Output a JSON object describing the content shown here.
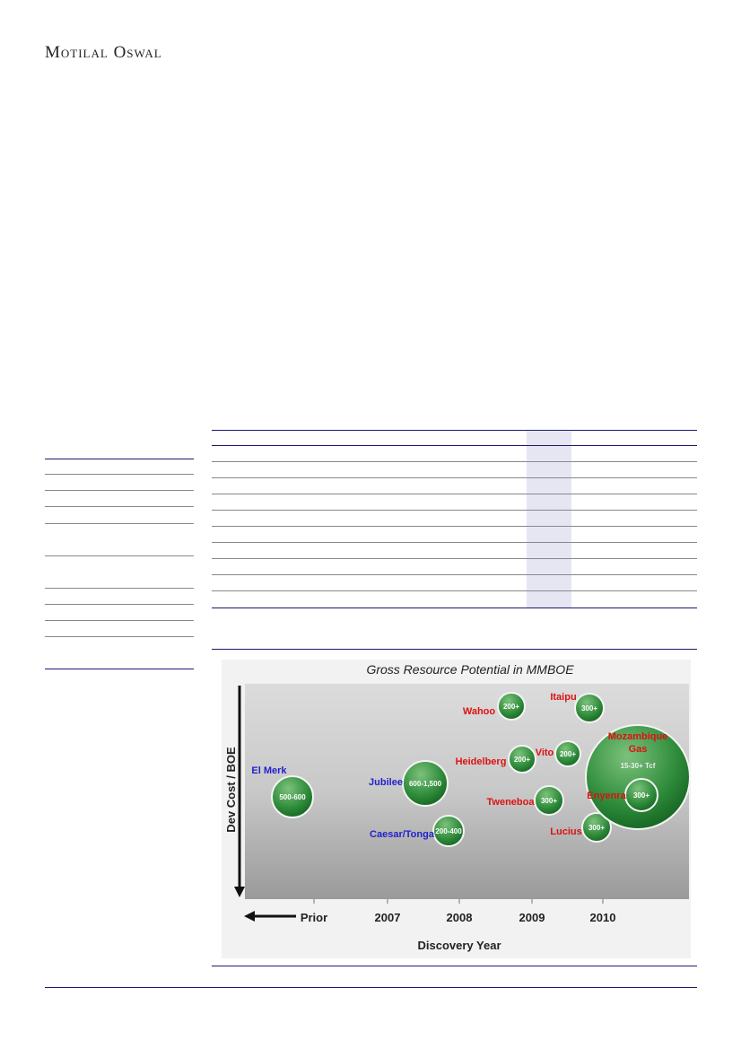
{
  "header": {
    "brand": "Motilal Oswal"
  },
  "chart_data": {
    "type": "scatter",
    "title": "Gross Resource Potential in MMBOE",
    "xlabel": "Discovery Year",
    "ylabel": "Dev Cost / BOE",
    "x_ticks": [
      "Prior",
      "2007",
      "2008",
      "2009",
      "2010"
    ],
    "colors": {
      "blue_label": "#2222cc",
      "red_label": "#dd1111",
      "bubble": "#2e8b3a"
    },
    "bubbles": [
      {
        "name": "El Merk",
        "value": "500-600",
        "year": "Prior",
        "label_color": "blue"
      },
      {
        "name": "Jubilee",
        "value": "600-1,500",
        "year": "2007",
        "label_color": "blue"
      },
      {
        "name": "Caesar/Tonga",
        "value": "200-400",
        "year": "2008",
        "label_color": "blue"
      },
      {
        "name": "Wahoo",
        "value": "200+",
        "year": "2008",
        "label_color": "red"
      },
      {
        "name": "Itaipu",
        "value": "300+",
        "year": "2009",
        "label_color": "red"
      },
      {
        "name": "Heidelberg",
        "value": "200+",
        "year": "2008",
        "label_color": "red"
      },
      {
        "name": "Vito",
        "value": "200+",
        "year": "2009",
        "label_color": "red"
      },
      {
        "name": "Tweneboa",
        "value": "300+",
        "year": "2009",
        "label_color": "red"
      },
      {
        "name": "Lucius",
        "value": "300+",
        "year": "2009",
        "label_color": "red"
      },
      {
        "name": "Mozambique Gas",
        "value": "15-30+ Tcf",
        "year": "2010",
        "label_color": "red"
      },
      {
        "name": "Enyenra",
        "value": "300+",
        "year": "2010",
        "label_color": "red"
      }
    ]
  }
}
